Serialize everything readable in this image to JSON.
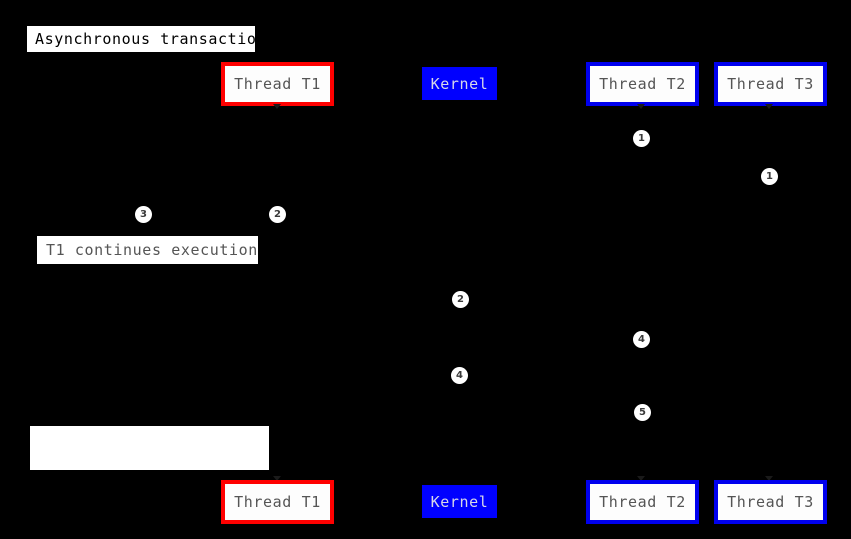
{
  "diagram": {
    "title": "Asynchronous transaction",
    "type": "uml-sequence-diagram",
    "background_color": "#000000"
  },
  "colors": {
    "background": "#000000",
    "box_fill": "#ffffff",
    "thread_t1_border": "#ff0000",
    "thread_t2_border": "#0000ee",
    "thread_t3_border": "#0000ee",
    "kernel_fill": "#0000ff",
    "kernel_text": "#d8d8e8",
    "participant_text": "#555555",
    "title_text": "#000000",
    "badge_fill": "#ffffff",
    "badge_text": "#3a3a3a"
  },
  "participants_top": [
    {
      "id": "t1",
      "label": "Thread T1",
      "style": "red"
    },
    {
      "id": "kernel",
      "label": "Kernel",
      "style": "blue-fill"
    },
    {
      "id": "t2",
      "label": "Thread T2",
      "style": "blue-outline"
    },
    {
      "id": "t3",
      "label": "Thread T3",
      "style": "blue-outline"
    }
  ],
  "participants_bottom": [
    {
      "id": "t1b",
      "label": "Thread T1",
      "style": "red"
    },
    {
      "id": "kernelb",
      "label": "Kernel",
      "style": "blue-fill"
    },
    {
      "id": "t2b",
      "label": "Thread T2",
      "style": "blue-outline"
    },
    {
      "id": "t3b",
      "label": "Thread T3",
      "style": "blue-outline"
    }
  ],
  "notes": [
    {
      "id": "note-continues",
      "label": "T1 continues execution"
    },
    {
      "id": "note-blank",
      "label": ""
    }
  ],
  "steps": [
    {
      "id": "step-t2-1",
      "label": "1"
    },
    {
      "id": "step-t3-1",
      "label": "1"
    },
    {
      "id": "step-t1-3",
      "label": "3"
    },
    {
      "id": "step-t1-2",
      "label": "2"
    },
    {
      "id": "step-kernel-2",
      "label": "2"
    },
    {
      "id": "step-t2-4",
      "label": "4"
    },
    {
      "id": "step-kernel-4",
      "label": "4"
    },
    {
      "id": "step-t2-5",
      "label": "5"
    }
  ]
}
